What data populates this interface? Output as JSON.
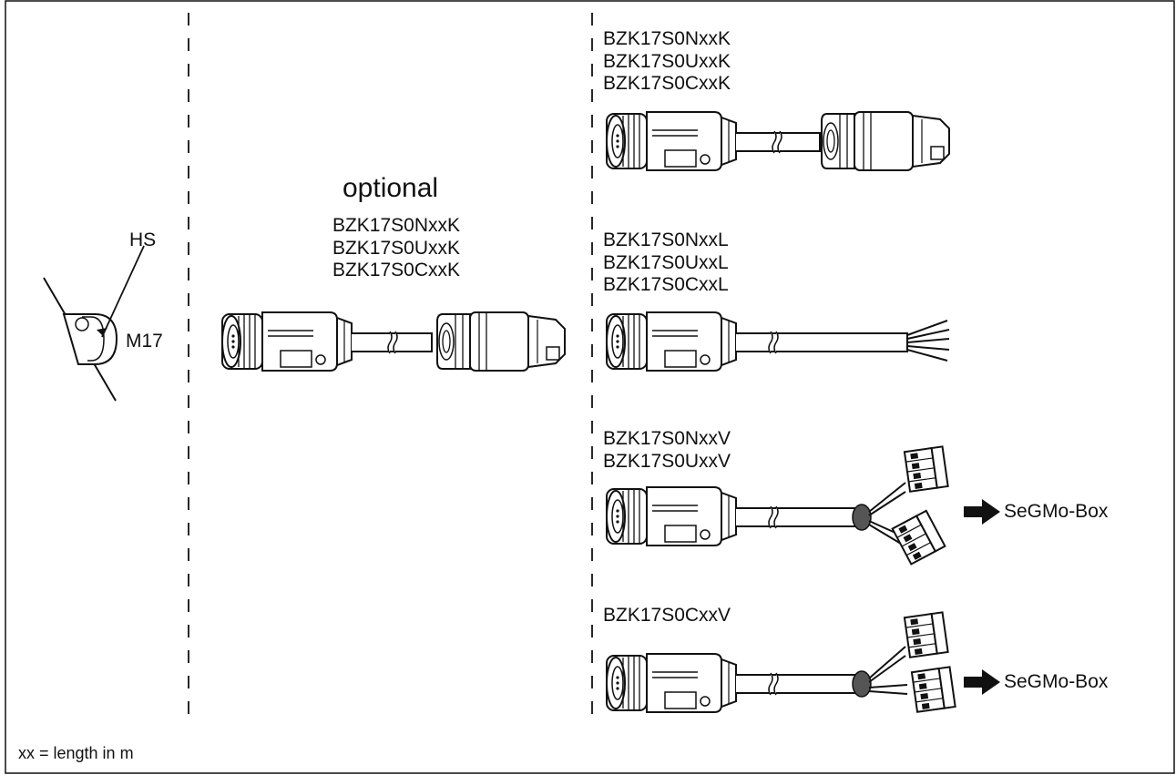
{
  "left_panel": {
    "hs_label": "HS",
    "m17_label": "M17"
  },
  "middle_panel": {
    "heading": "optional",
    "part_numbers": [
      "BZK17S0NxxK",
      "BZK17S0UxxK",
      "BZK17S0CxxK"
    ]
  },
  "right_panel": {
    "group_k": [
      "BZK17S0NxxK",
      "BZK17S0UxxK",
      "BZK17S0CxxK"
    ],
    "group_l": [
      "BZK17S0NxxL",
      "BZK17S0UxxL",
      "BZK17S0CxxL"
    ],
    "group_v_nu": [
      "BZK17S0NxxV",
      "BZK17S0UxxV"
    ],
    "group_v_c": [
      "BZK17S0CxxV"
    ],
    "segmo_label_1": "SeGMo-Box",
    "segmo_label_2": "SeGMo-Box"
  },
  "footer": {
    "legend": "xx = length in m"
  },
  "colors": {
    "stroke": "#111111",
    "fill": "#ffffff",
    "arrow": "#111111"
  }
}
